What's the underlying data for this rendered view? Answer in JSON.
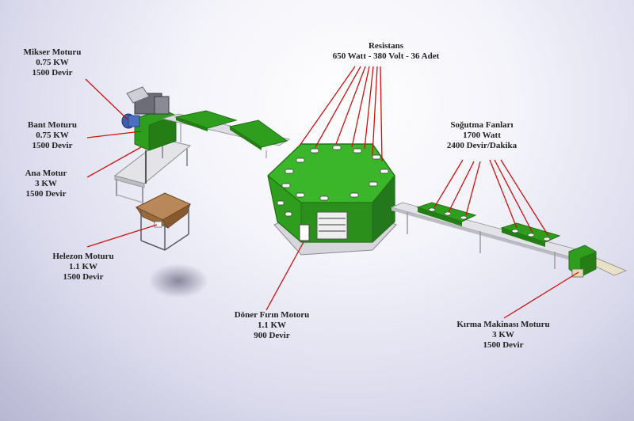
{
  "colors": {
    "machine_green": "#2f9e1e",
    "machine_green_dark": "#1f6f12",
    "frame_grey": "#d8d8dc",
    "leader_red": "#cc1111",
    "hatch_brown": "#9b6a3c"
  },
  "labels": {
    "mixer_motor": {
      "line1": "Mikser Moturu",
      "line2": "0.75 KW",
      "line3": "1500 Devir"
    },
    "belt_motor": {
      "line1": "Bant Moturu",
      "line2": "0.75 KW",
      "line3": "1500 Devir"
    },
    "main_motor": {
      "line1": "Ana Motur",
      "line2": "3 KW",
      "line3": "1500 Devir"
    },
    "screw_motor": {
      "line1": "Helezon Moturu",
      "line2": "1.1 KW",
      "line3": "1500 Devir"
    },
    "resistance": {
      "line1": "Resistans",
      "line2": "650 Watt  - 380 Volt - 36 Adet"
    },
    "cooling_fans": {
      "line1": "Soğutma Fanları",
      "line2": "1700 Watt",
      "line3": "2400 Devir/Dakika"
    },
    "rotary_oven_motor": {
      "line1": "Döner Fırın Motoru",
      "line2": "1.1 KW",
      "line3": "900 Devir"
    },
    "crusher_motor": {
      "line1": "Kırma Makinası Moturu",
      "line2": "3 KW",
      "line3": "1500 Devir"
    }
  }
}
